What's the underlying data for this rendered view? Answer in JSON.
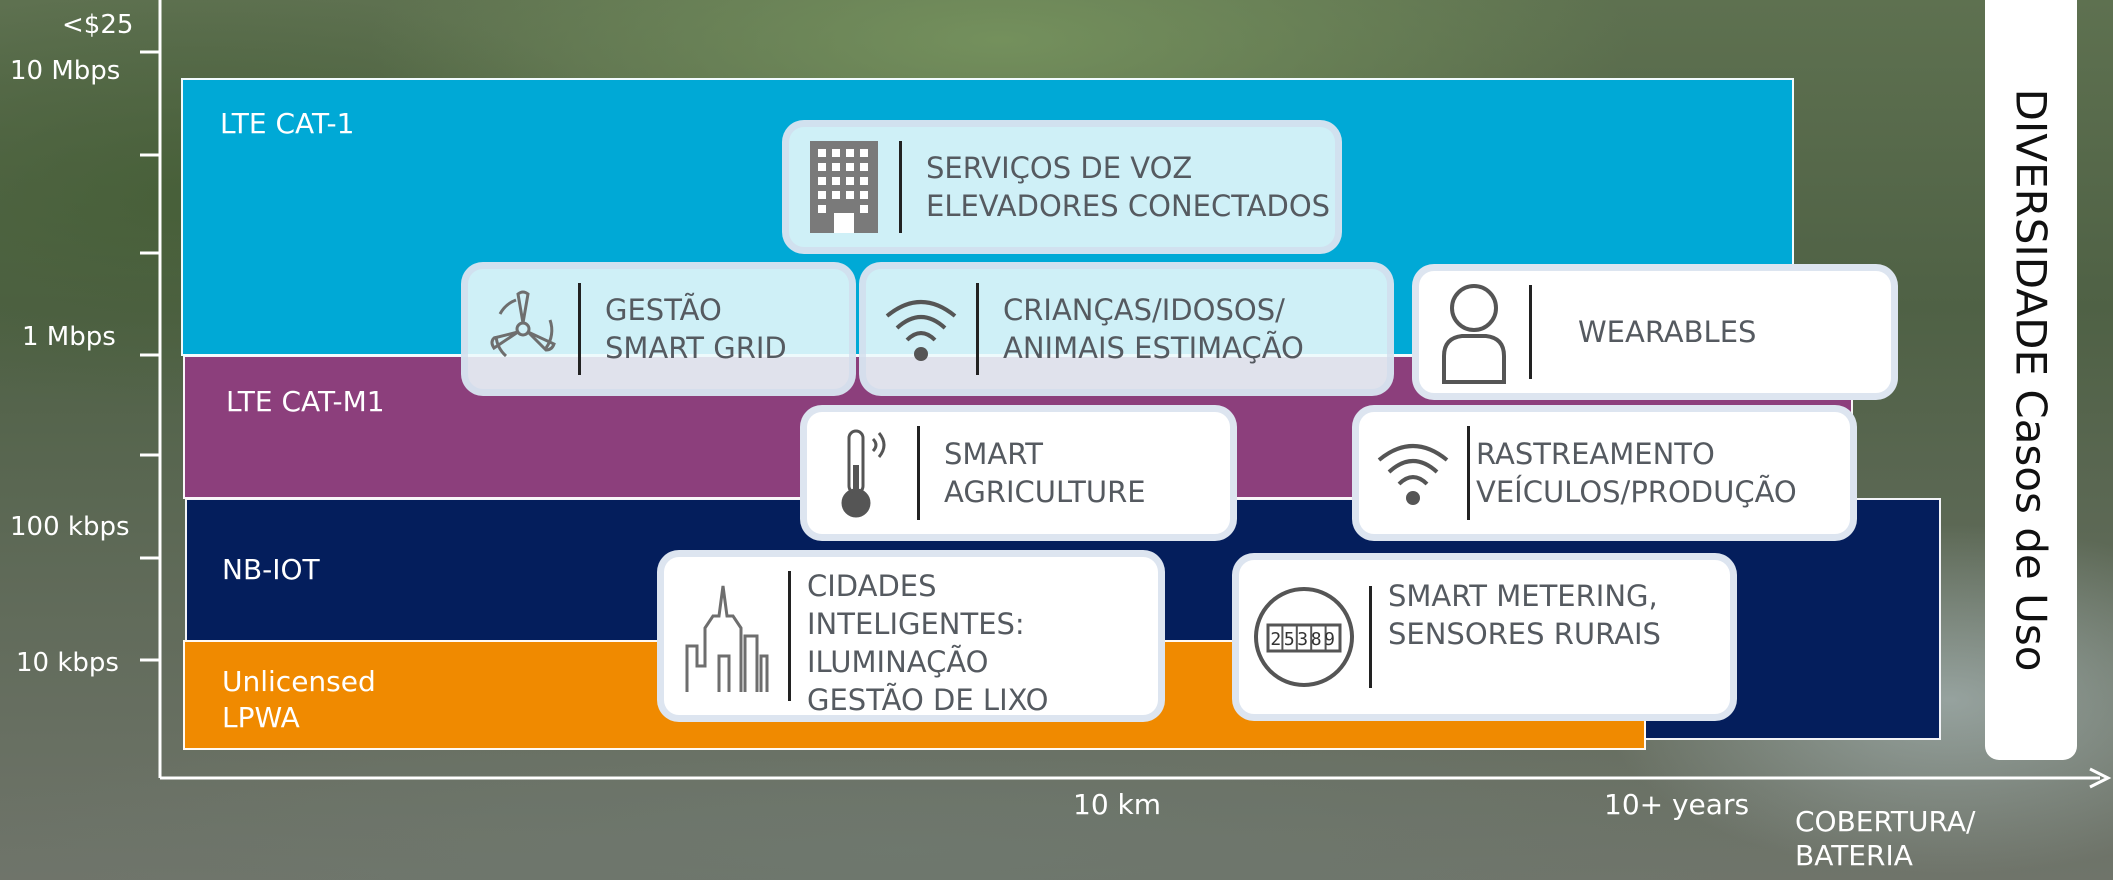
{
  "y_axis": {
    "ticks": [
      "<$25",
      "10 Mbps",
      "1 Mbps",
      "100 kbps",
      "10 kbps"
    ]
  },
  "x_axis": {
    "ticks": [
      "10 km",
      "10+ years"
    ],
    "title": "COBERTURA/\nBATERIA"
  },
  "side_title": "DIVERSIDADE Casos de Uso",
  "bands": {
    "lte_cat1": {
      "label": "LTE CAT-1",
      "color": "#00a9d6"
    },
    "lte_catm1": {
      "label": "LTE CAT-M1",
      "color": "#8c3f7c"
    },
    "nbiot": {
      "label": "NB-IOT",
      "color": "#041e5c"
    },
    "lpwa": {
      "label": "Unlicensed\nLPWA",
      "color": "#f08a00"
    }
  },
  "cards": {
    "voz": {
      "text": "SERVIÇOS DE VOZ\nELEVADORES CONECTADOS",
      "icon": "building-icon"
    },
    "grid": {
      "text": "GESTÃO\nSMART GRID",
      "icon": "wind-turbine-icon"
    },
    "criancas": {
      "text": "CRIANÇAS/IDOSOS/\nANIMAIS ESTIMAÇÃO",
      "icon": "wifi-icon"
    },
    "wearables": {
      "text": "WEARABLES",
      "icon": "person-icon"
    },
    "agri": {
      "text": "SMART\nAGRICULTURE",
      "icon": "thermometer-icon"
    },
    "rastreamento": {
      "text": "RASTREAMENTO\nVEÍCULOS/PRODUÇÃO",
      "icon": "wifi-icon"
    },
    "cidades": {
      "text": "CIDADES INTELIGENTES:\nILUMINAÇÃO\nGESTÃO DE LIXO",
      "icon": "city-icon"
    },
    "metering": {
      "text": "SMART METERING,\nSENSORES RURAIS",
      "icon": "meter-icon",
      "meter_digits": "25389"
    }
  }
}
